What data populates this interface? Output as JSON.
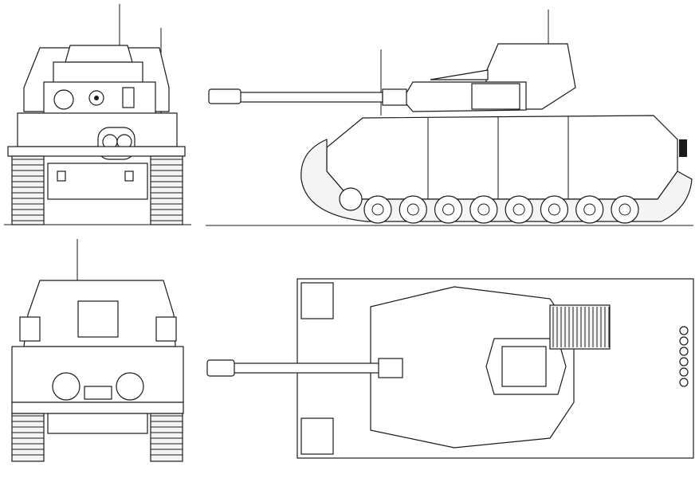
{
  "colors": {
    "ink": "#1a1a1a",
    "paper": "#ffffff"
  },
  "side_view": {
    "road_wheel_count": 8
  },
  "front_view": {
    "headlight_count": 2
  },
  "rear_view": {
    "exhaust_count": 2
  }
}
